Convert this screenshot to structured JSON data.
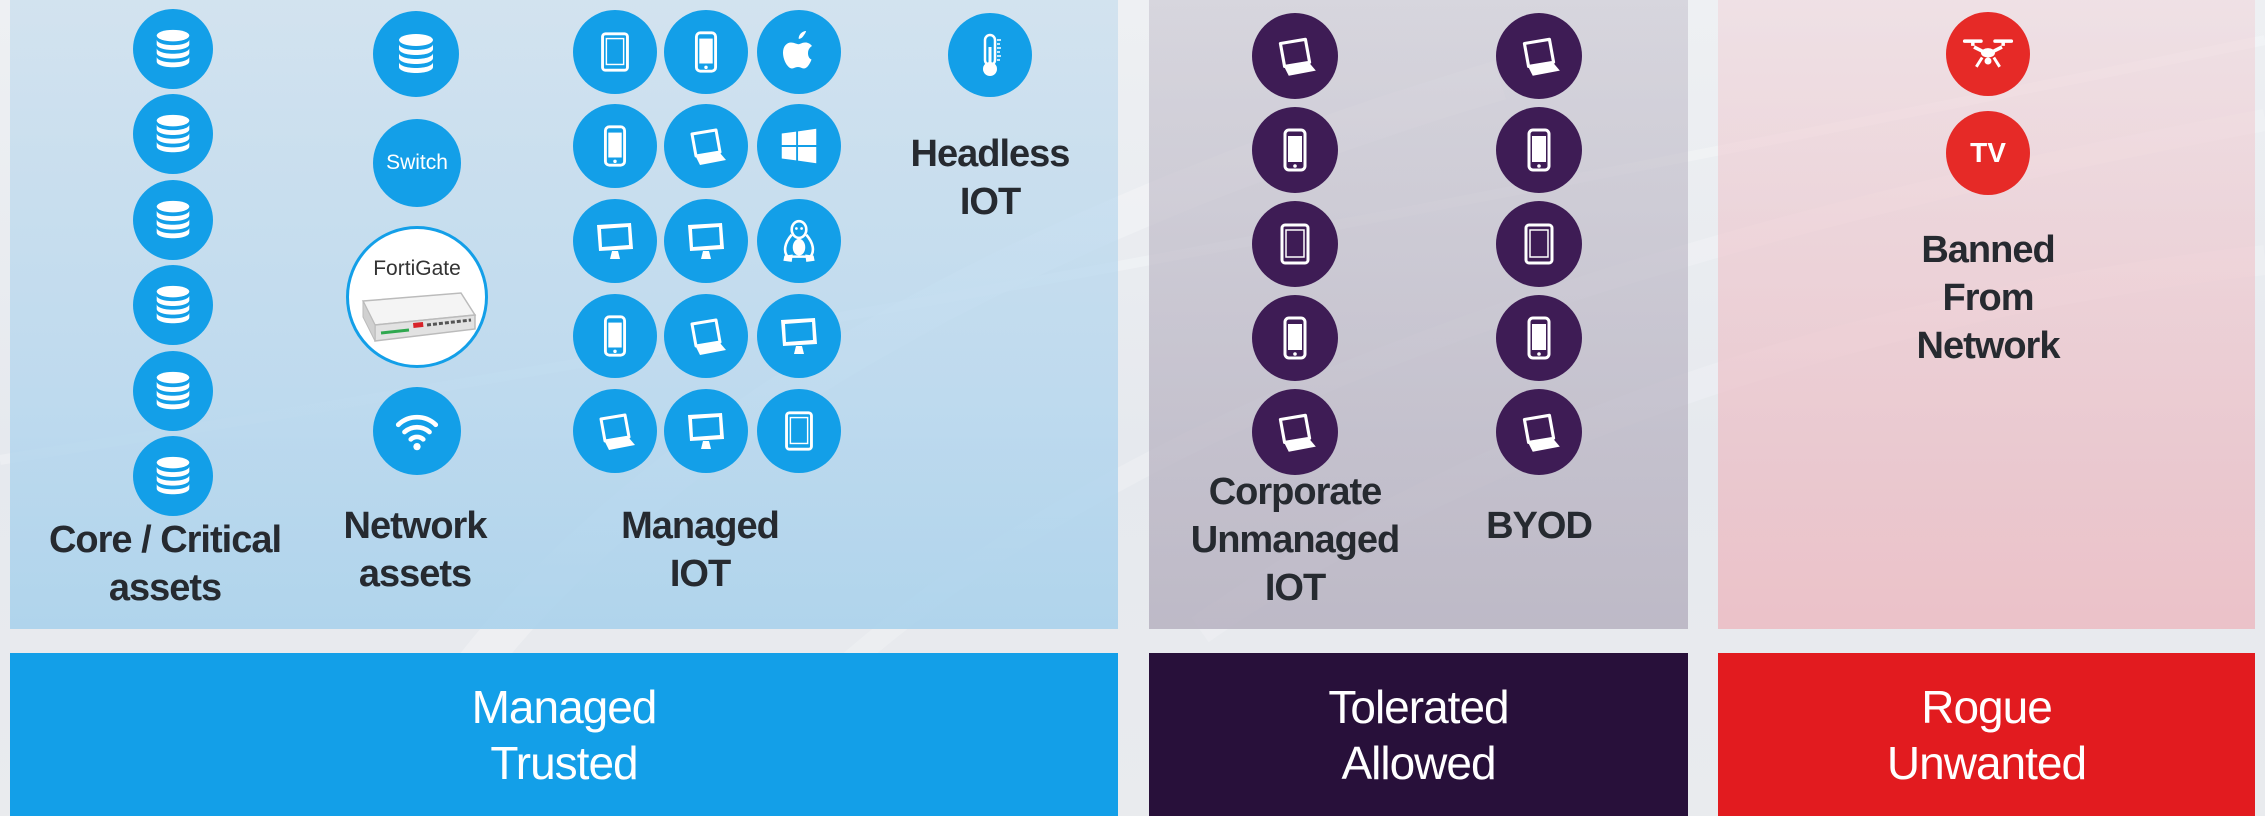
{
  "trusted": {
    "groups": {
      "core": {
        "label_l1": "Core / Critical",
        "label_l2": "assets"
      },
      "network": {
        "label_l1": "Network",
        "label_l2": "assets",
        "switch_text": "Switch",
        "fortigate_text": "FortiGate"
      },
      "managed_iot": {
        "label_l1": "Managed",
        "label_l2": "IOT"
      },
      "headless_iot": {
        "label_l1": "Headless",
        "label_l2": "IOT"
      }
    },
    "bar_l1": "Managed",
    "bar_l2": "Trusted"
  },
  "tolerated": {
    "groups": {
      "corporate": {
        "label_l1": "Corporate",
        "label_l2": "Unmanaged",
        "label_l3": "IOT"
      },
      "byod": {
        "label_l1": "BYOD"
      }
    },
    "bar_l1": "Tolerated",
    "bar_l2": "Allowed"
  },
  "rogue": {
    "groups": {
      "banned": {
        "label_l1": "Banned",
        "label_l2": "From",
        "label_l3": "Network",
        "tv_text": "TV"
      }
    },
    "bar_l1": "Rogue",
    "bar_l2": "Unwanted"
  },
  "colors": {
    "trusted": "#139fe8",
    "tolerated": "#3e1c55",
    "tolerated_bar": "#28103a",
    "rogue": "#e21b1f"
  },
  "icons": {
    "core": [
      "database-icon",
      "database-icon",
      "database-icon",
      "database-icon",
      "database-icon",
      "database-icon"
    ],
    "network": [
      "database-icon",
      "switch-icon",
      "fortigate-appliance-icon",
      "wifi-icon"
    ],
    "managed_iot": [
      "tablet-icon",
      "phone-icon",
      "apple-icon",
      "phone-icon",
      "laptop-icon",
      "windows-icon",
      "desktop-icon",
      "desktop-icon",
      "linux-icon",
      "phone-icon",
      "laptop-icon",
      "desktop-icon",
      "laptop-icon",
      "desktop-icon",
      "tablet-icon"
    ],
    "headless_iot": [
      "thermometer-icon"
    ],
    "corporate": [
      "laptop-icon",
      "phone-icon",
      "tablet-icon",
      "phone-icon",
      "laptop-icon"
    ],
    "byod": [
      "laptop-icon",
      "phone-icon",
      "tablet-icon",
      "phone-icon",
      "laptop-icon"
    ],
    "banned": [
      "drone-icon",
      "tv-icon"
    ]
  }
}
